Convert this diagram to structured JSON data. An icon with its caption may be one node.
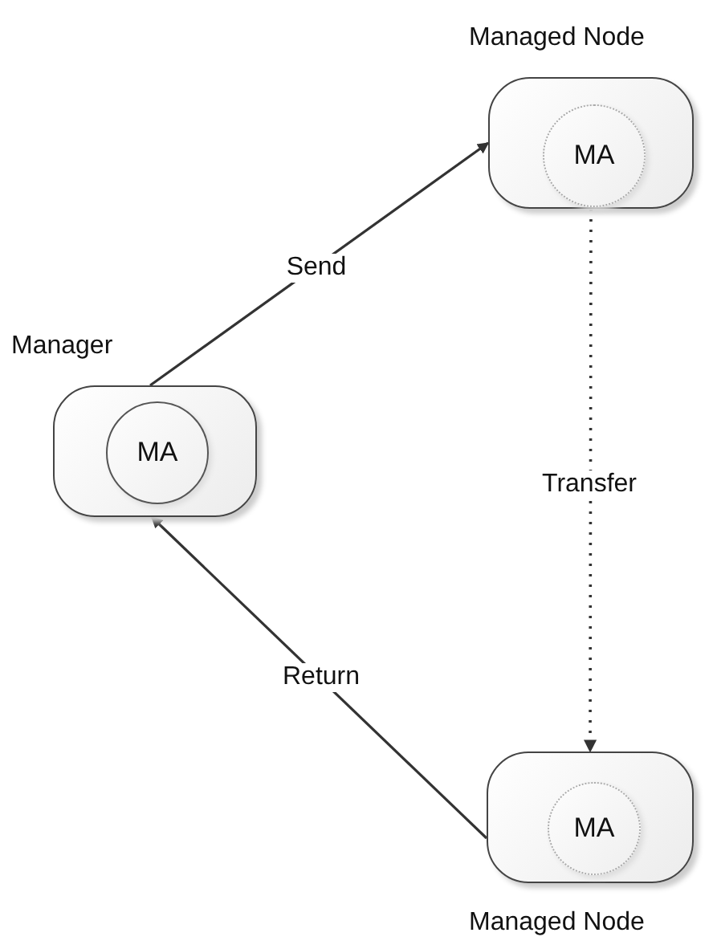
{
  "diagram": {
    "nodes": [
      {
        "text": [
          "Managed Node"
        ]
      },
      {
        "text": [
          "MA"
        ],
        "in": 0
      },
      {
        "text": [
          "Manager"
        ]
      },
      {
        "text": [
          "MA"
        ],
        "in": 2
      },
      {
        "text": [
          "Managed Node"
        ]
      },
      {
        "text": [
          "MA"
        ],
        "in": 4
      }
    ],
    "edges": [
      {
        "from": 2,
        "to": 0,
        "arrow": "to",
        "label": "Send"
      },
      {
        "from": 0,
        "to": 4,
        "arrow": "to",
        "label": "Transfer",
        "style": "dashed"
      },
      {
        "from": 4,
        "to": 2,
        "arrow": "to",
        "label": "Return"
      }
    ]
  }
}
